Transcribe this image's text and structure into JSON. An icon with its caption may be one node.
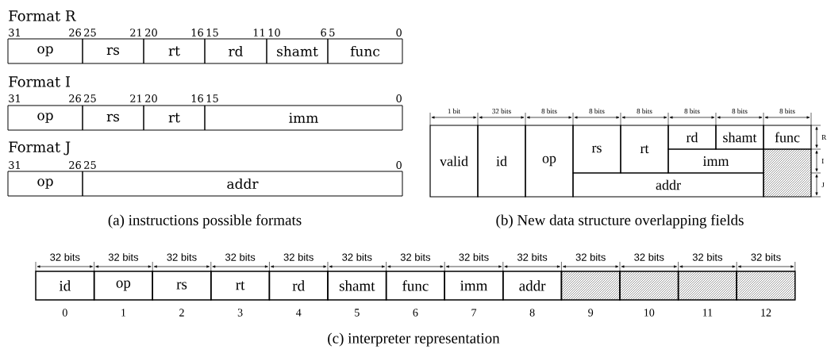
{
  "diagram": {
    "nodes": [
      {
        "text": [
          "op"
        ]
      },
      {
        "text": [
          "rs"
        ]
      },
      {
        "text": [
          "rt"
        ]
      },
      {
        "text": [
          "rd"
        ]
      },
      {
        "text": [
          "shamt"
        ]
      },
      {
        "text": [
          "func"
        ]
      },
      {
        "text": [
          "op"
        ]
      },
      {
        "text": [
          "rs"
        ]
      },
      {
        "text": [
          "rt"
        ]
      },
      {
        "text": [
          "imm"
        ]
      },
      {
        "text": [
          "op"
        ]
      },
      {
        "text": [
          "addr"
        ]
      },
      {
        "text": [
          "valid"
        ]
      },
      {
        "text": [
          "id"
        ]
      },
      {
        "text": [
          "op"
        ]
      },
      {
        "text": [
          "rs"
        ]
      },
      {
        "text": [
          "rt"
        ]
      },
      {
        "text": [
          "rd"
        ]
      },
      {
        "text": [
          "shamt"
        ]
      },
      {
        "text": [
          "func"
        ]
      },
      {
        "text": [
          "imm"
        ]
      },
      {
        "text": [
          "addr"
        ]
      },
      {
        "text": [],
        "shape": "box"
      },
      {
        "text": [
          "id"
        ]
      },
      {
        "text": [
          "op"
        ]
      },
      {
        "text": [
          "rs"
        ]
      },
      {
        "text": [
          "rt"
        ]
      },
      {
        "text": [
          "rd"
        ]
      },
      {
        "text": [
          "shamt"
        ]
      },
      {
        "text": [
          "func"
        ]
      },
      {
        "text": [
          "imm"
        ]
      },
      {
        "text": [
          "addr"
        ]
      },
      {
        "text": [],
        "shape": "box"
      },
      {
        "text": [],
        "shape": "box"
      },
      {
        "text": [],
        "shape": "box"
      },
      {
        "text": [],
        "shape": "box"
      }
    ],
    "labels": [
      "Format R",
      "31",
      "26",
      "25",
      "21",
      "20",
      "16",
      "15",
      "11",
      "10",
      "6",
      "5",
      "0",
      "Format I",
      "31",
      "26",
      "25",
      "21",
      "20",
      "16",
      "15",
      "0",
      "Format J",
      "31",
      "26",
      "25",
      "0",
      "1 bit",
      "32 bits",
      "8 bits",
      "8 bits",
      "8 bits",
      "8 bits",
      "8 bits",
      "8 bits",
      "R",
      "I",
      "J",
      "(a) instructions possible formats",
      "(b) New data structure overlapping fields",
      "32 bits",
      "32 bits",
      "32 bits",
      "32 bits",
      "32 bits",
      "32 bits",
      "32 bits",
      "32 bits",
      "32 bits",
      "32 bits",
      "32 bits",
      "32 bits",
      "32 bits",
      "0",
      "1",
      "2",
      "3",
      "4",
      "5",
      "6",
      "7",
      "8",
      "9",
      "10",
      "11",
      "12",
      "(c) interpreter representation"
    ]
  }
}
